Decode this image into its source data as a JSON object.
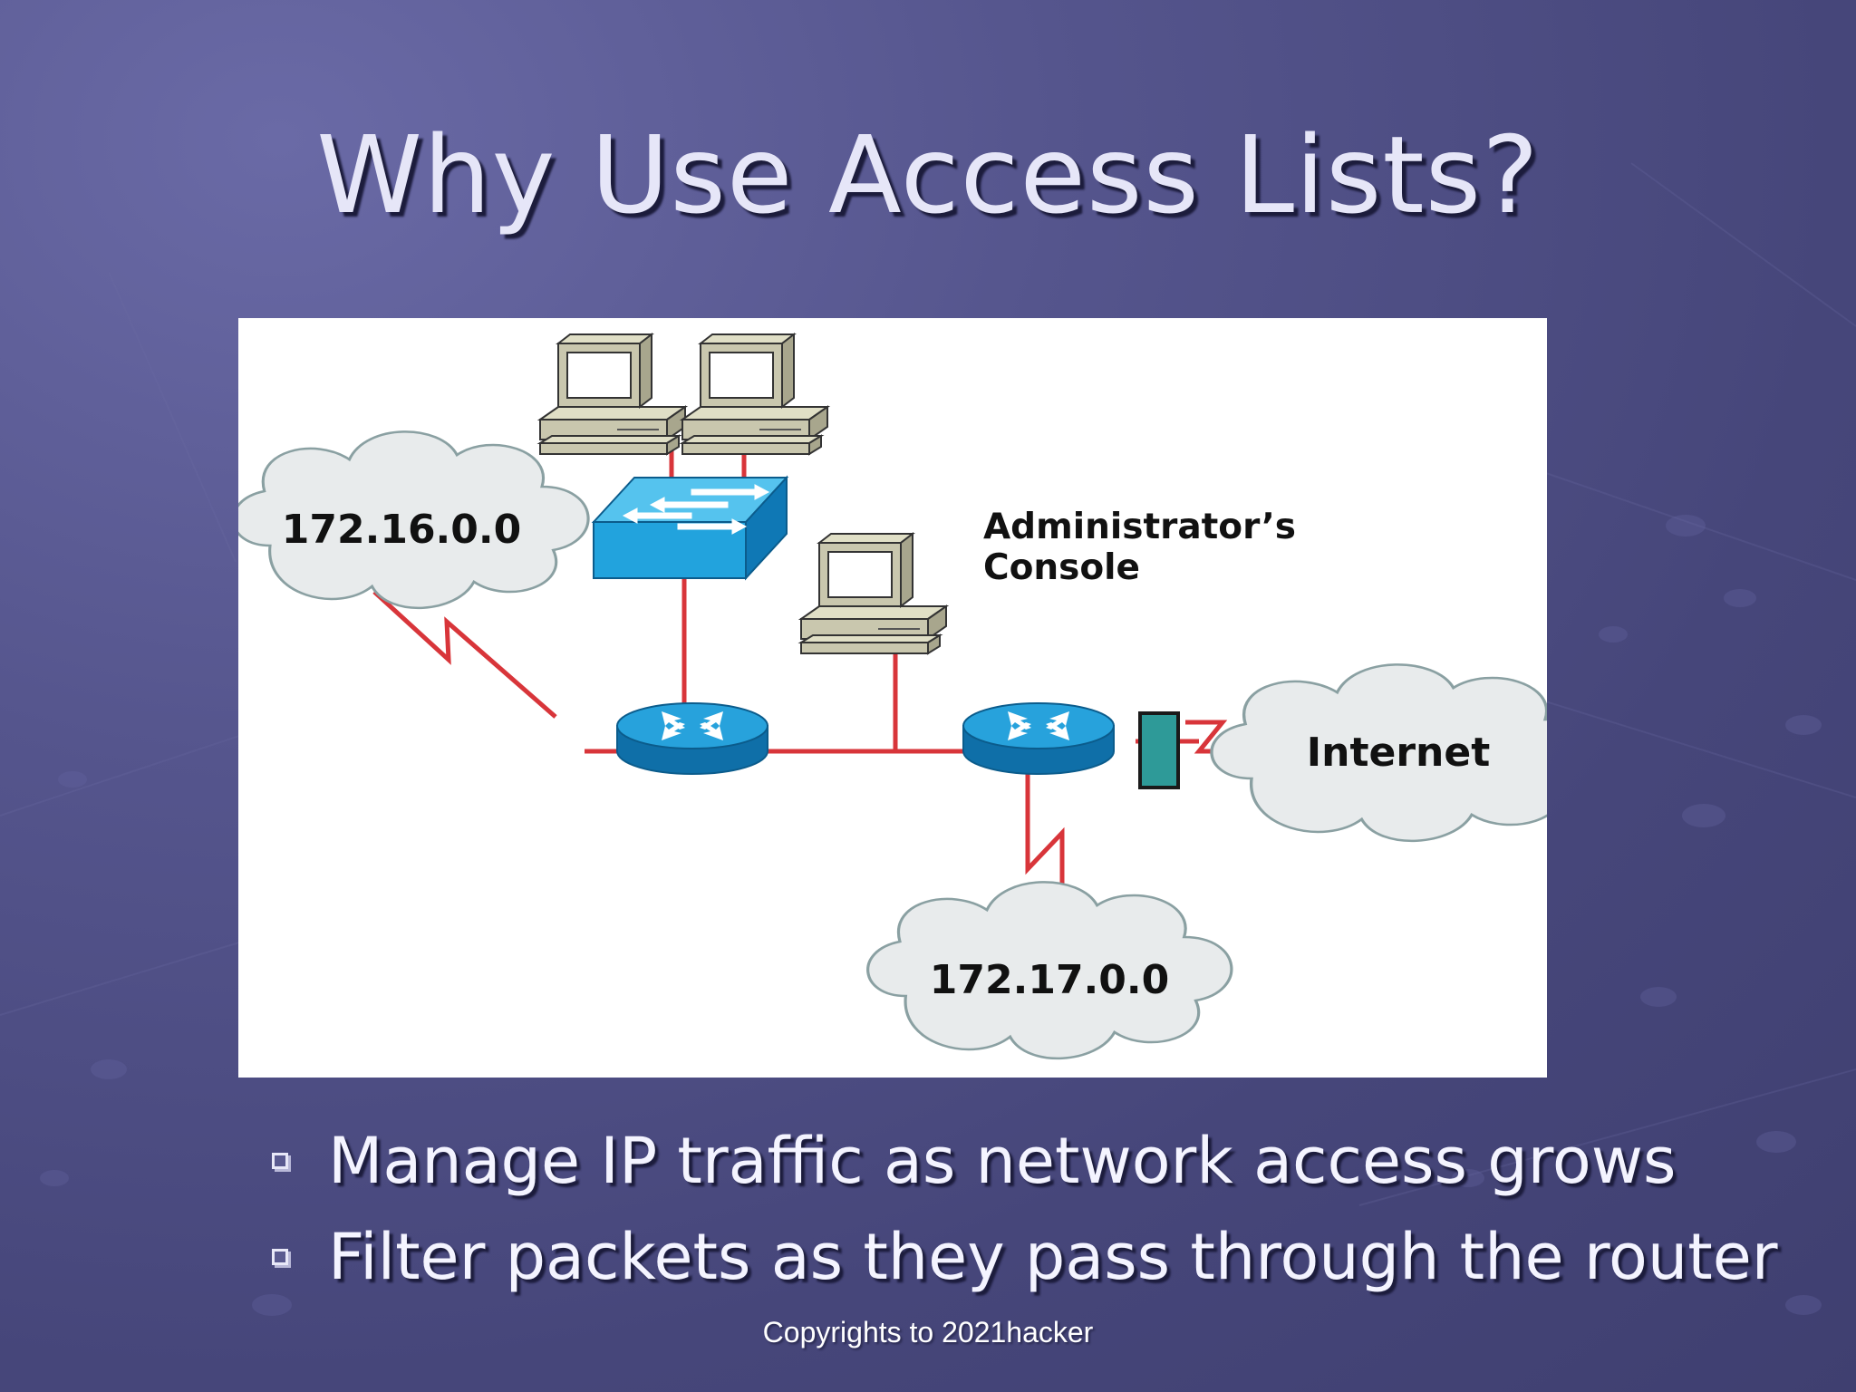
{
  "slide": {
    "title": "Why Use Access Lists?"
  },
  "diagram": {
    "networks": {
      "left_network": "172.16.0.0",
      "bottom_network": "172.17.0.0",
      "internet": "Internet"
    },
    "admin_console_label_line1": "Administrator’s",
    "admin_console_label_line2": "Console",
    "icons": [
      "workstation-icon",
      "switch-icon",
      "router-icon",
      "firewall-icon",
      "cloud-icon"
    ],
    "colors": {
      "link": "#d8353a",
      "router_blue": "#1a84c0",
      "switch_blue": "#22a3dd",
      "firewall_teal": "#2e9a98",
      "cloud_fill": "#e8ebec",
      "computer_beige": "#c9c7ae"
    }
  },
  "bullets": [
    "Manage IP traffic as network access grows",
    "Filter packets as they pass through the router"
  ],
  "footer": "Copyrights to 2021hacker",
  "colors": {
    "background": "#4f4f87",
    "title_text": "#e6e6f8",
    "bullet_text": "#f4f4ff"
  }
}
